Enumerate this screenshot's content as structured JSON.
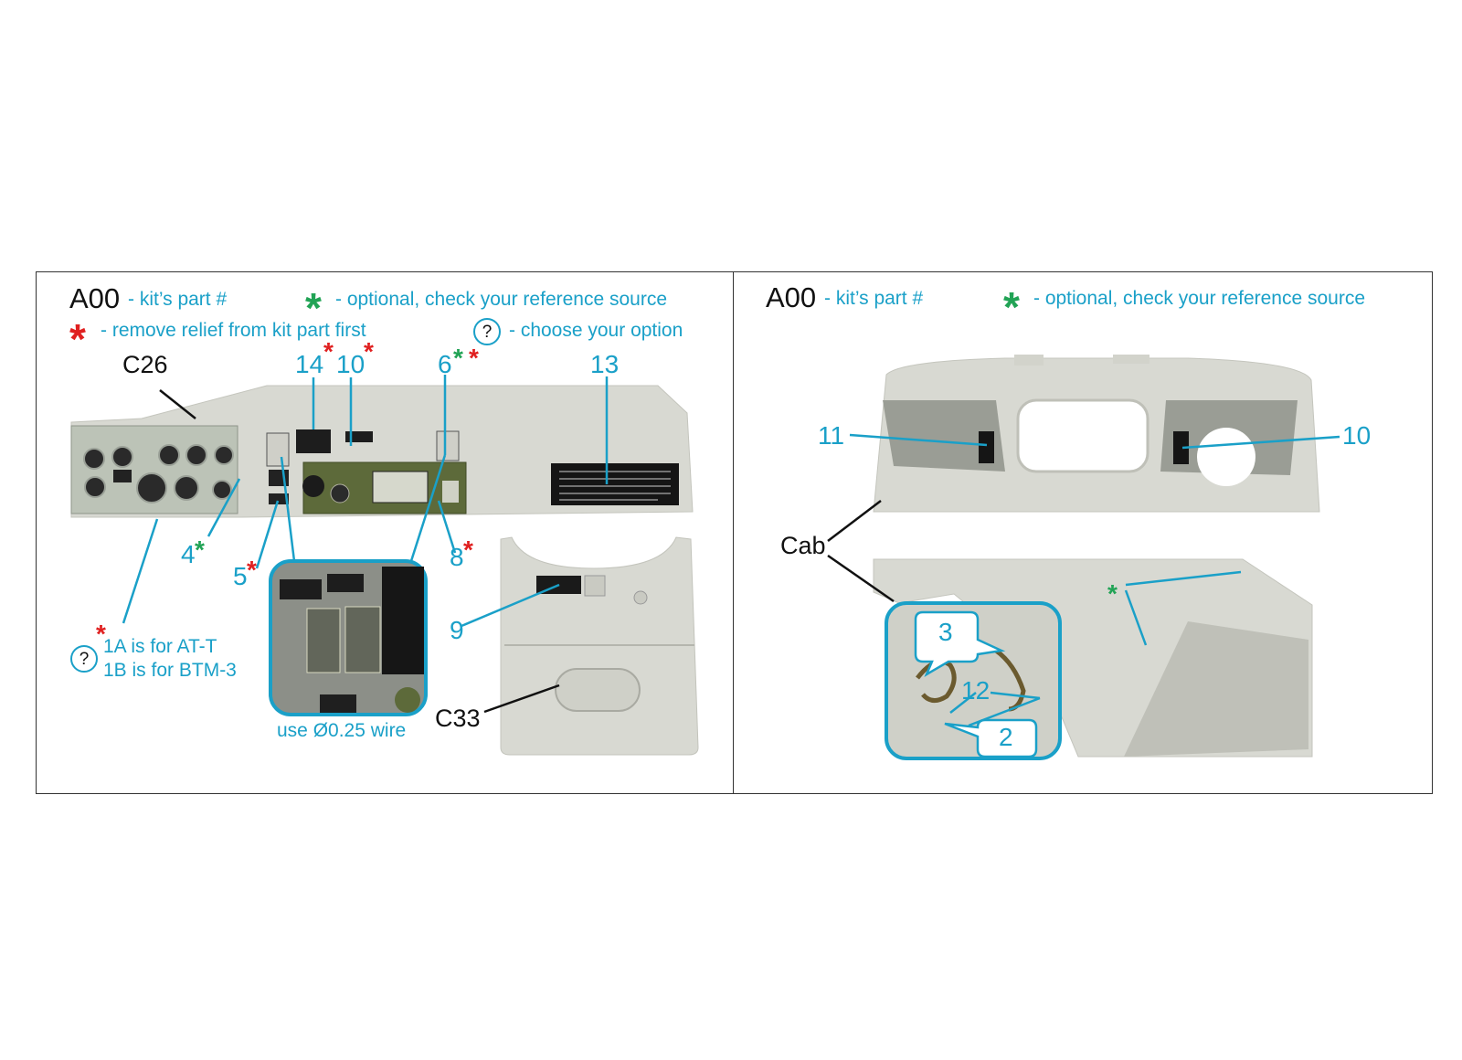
{
  "colors": {
    "accent": "#1aa0c8",
    "red_marker": "#e02020",
    "green_marker": "#21a355",
    "part_gray": "#d8d9d2",
    "olive": "#5d6a3a"
  },
  "left_panel": {
    "legend": {
      "part_code": "A00",
      "part_text": "- kit’s part #",
      "optional_text": "- optional, check your reference source",
      "remove_text": "- remove relief from kit part first",
      "option_mark": "?",
      "option_text": "- choose your option"
    },
    "labels": {
      "c26": "C26",
      "n14": "14",
      "n10": "10",
      "n6": "6",
      "n13": "13",
      "n4": "4",
      "n5": "5",
      "n8": "8",
      "n9": "9",
      "c33": "C33",
      "option_line1": "1A is for AT-T",
      "option_line2": "1B is for BTM-3",
      "wire": "use Ø0.25 wire"
    }
  },
  "right_panel": {
    "legend": {
      "part_code": "A00",
      "part_text": "- kit’s part #",
      "optional_text": "- optional, check your reference source"
    },
    "labels": {
      "n11": "11",
      "n10": "10",
      "cab": "Cab",
      "n3": "3",
      "n12": "12",
      "n2": "2"
    }
  }
}
